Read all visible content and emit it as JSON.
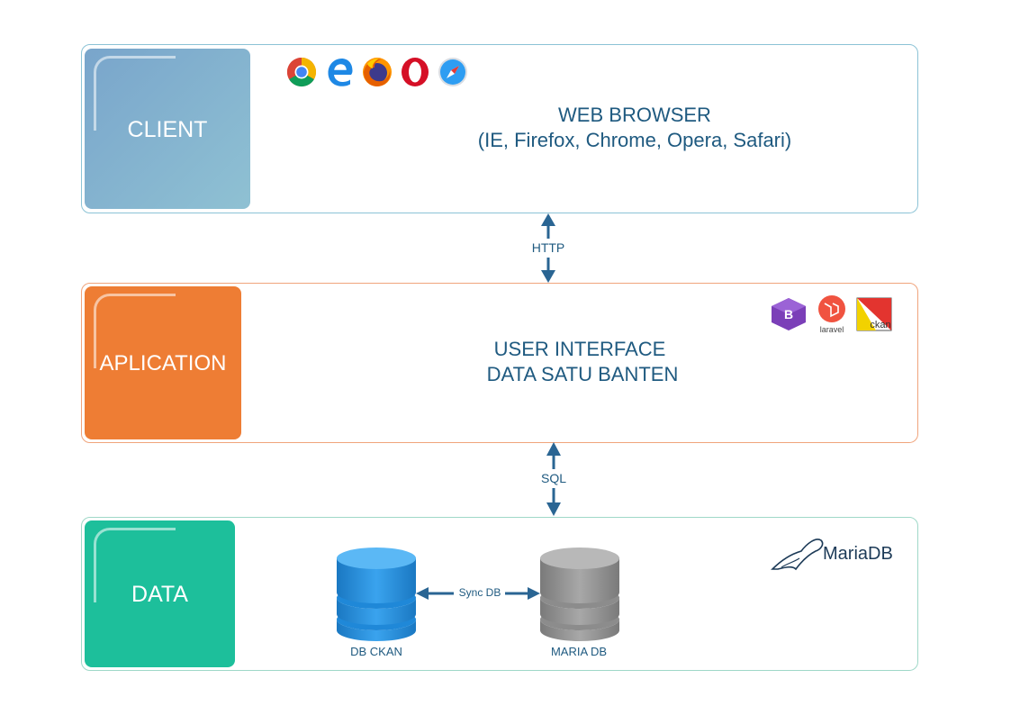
{
  "client": {
    "tile_label": "CLIENT",
    "title": "WEB BROWSER",
    "subtitle": "(IE, Firefox, Chrome, Opera, Safari)",
    "icons": [
      "chrome-icon",
      "edge-icon",
      "firefox-icon",
      "opera-icon",
      "safari-icon"
    ],
    "tile_color": "#7fa8c8",
    "border_color": "#8cc3d6"
  },
  "http_label": "HTTP",
  "application": {
    "tile_label": "APLICATION",
    "title": "USER INTERFACE",
    "subtitle": "DATA SATU BANTEN",
    "icons": [
      "bootstrap-icon",
      "laravel-icon",
      "ckan-icon"
    ],
    "laravel_text": "laravel",
    "ckan_text": "ckan",
    "tile_color": "#ee7d34",
    "border_color": "#f0a47c"
  },
  "sql_label": "SQL",
  "data": {
    "tile_label": "DATA",
    "db_ckan_label": "DB CKAN",
    "maria_db_label": "MARIA DB",
    "sync_label": "Sync DB",
    "mariadb_logo_text": "MariaDB",
    "tile_color": "#1dbf9b",
    "border_color": "#9fd8c8"
  },
  "colors": {
    "text_blue": "#1f5a80",
    "arrow": "#2a6593",
    "db_blue": "#1b87d6",
    "db_gray": "#8a8a8a"
  }
}
